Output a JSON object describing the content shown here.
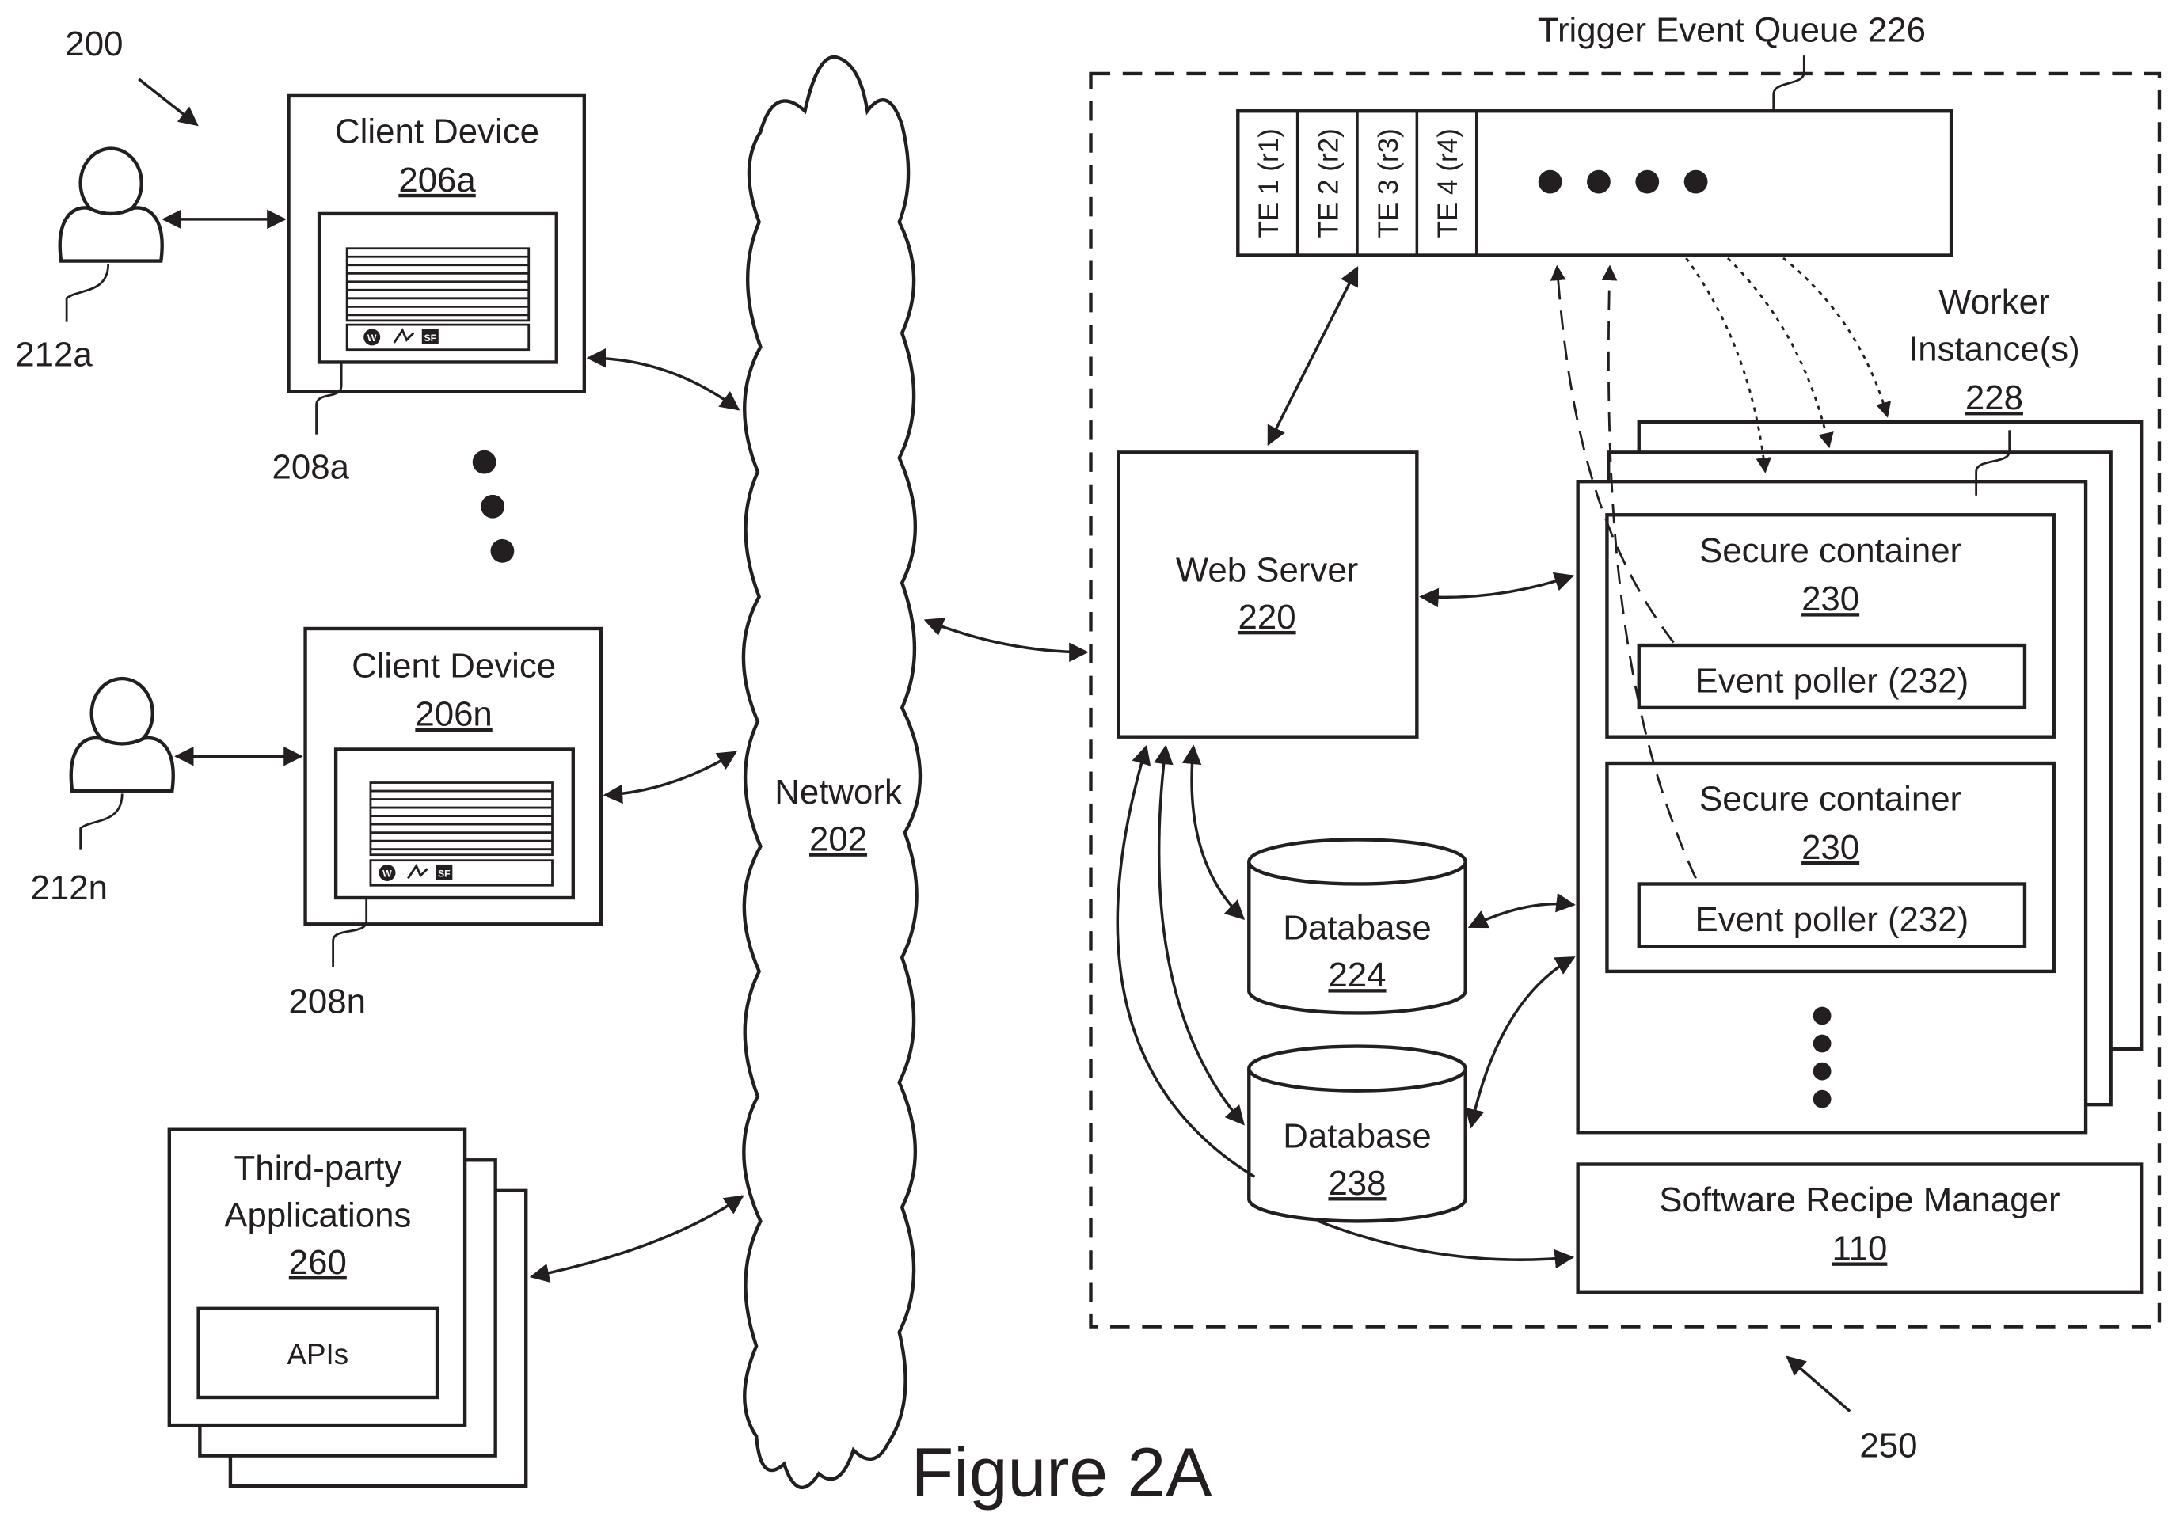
{
  "figure": {
    "title": "Figure 2A",
    "ref": "200"
  },
  "users": [
    {
      "ref": "212a"
    },
    {
      "ref": "212n"
    }
  ],
  "client_devices": [
    {
      "title": "Client Device",
      "ref": "206a",
      "app_ref": "208a",
      "icons": [
        "W",
        "~",
        "SF"
      ]
    },
    {
      "title": "Client Device",
      "ref": "206n",
      "app_ref": "208n",
      "icons": [
        "W",
        "~",
        "SF"
      ]
    }
  ],
  "third_party": {
    "title_line1": "Third-party",
    "title_line2": "Applications",
    "ref": "260",
    "apis_label": "APIs"
  },
  "network": {
    "title": "Network",
    "ref": "202"
  },
  "system": {
    "ref": "250"
  },
  "queue": {
    "title": "Trigger Event Queue 226",
    "cells": [
      "TE 1 (r1)",
      "TE 2 (r2)",
      "TE 3 (r3)",
      "TE 4 (r4)"
    ]
  },
  "web_server": {
    "title": "Web Server",
    "ref": "220"
  },
  "databases": [
    {
      "title": "Database",
      "ref": "224"
    },
    {
      "title": "Database",
      "ref": "238"
    }
  ],
  "worker": {
    "title_line1": "Worker",
    "title_line2": "Instance(s)",
    "ref": "228"
  },
  "containers": [
    {
      "title": "Secure container",
      "ref": "230",
      "poller": "Event poller (232)"
    },
    {
      "title": "Secure container",
      "ref": "230",
      "poller": "Event poller (232)"
    }
  ],
  "recipe_manager": {
    "title": "Software Recipe Manager",
    "ref": "110"
  },
  "colors": {
    "ink": "#231f20",
    "background": "#ffffff"
  },
  "icon_names": [
    "user-icon",
    "arrow-icon",
    "cloud-icon",
    "database-icon",
    "ellipsis-icon"
  ]
}
